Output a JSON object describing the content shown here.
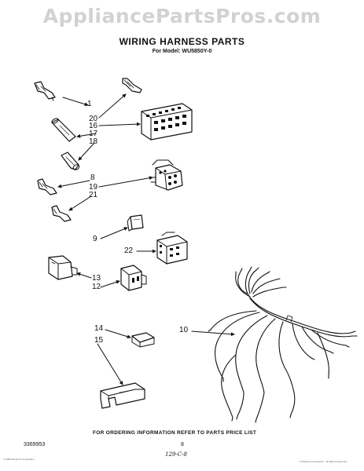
{
  "watermark": "AppliancePartsPros.com",
  "title": "WIRING HARNESS PARTS",
  "subtitle": "For Model: WU5850Y-0",
  "callouts": {
    "c1": "1",
    "c20": "20",
    "c16": "16",
    "c17": "17",
    "c18": "18",
    "c8": "8",
    "c19": "19",
    "c21": "21",
    "c9": "9",
    "c22": "22",
    "c13": "13",
    "c12": "12",
    "c14": "14",
    "c15": "15",
    "c10": "10"
  },
  "footer": {
    "ordering_note": "FOR ORDERING INFORMATION REFER TO PARTS PRICE LIST",
    "doc_number": "3369953",
    "page_number": "8",
    "handwritten": "129-C-8",
    "tiny_left": "© 1989 Whirlpool Corporation",
    "tiny_right": "© Whirlpool Corporation · All Rights Reserved"
  }
}
